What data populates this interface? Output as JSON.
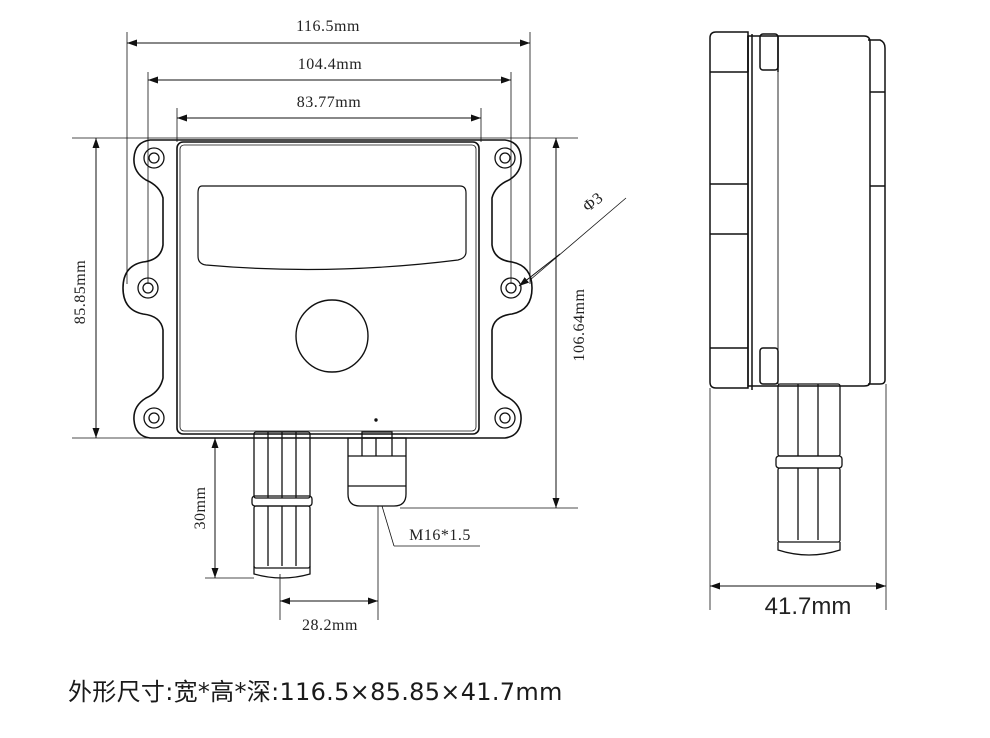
{
  "front_view": {
    "dim_total_width": "116.5mm",
    "dim_hole_spacing": "104.4mm",
    "dim_body_width": "83.77mm",
    "dim_body_height": "85.85mm",
    "dim_total_height": "106.64mm",
    "dim_hole_diameter": "Φ3",
    "dim_probe_length": "30mm",
    "dim_probe_offset": "28.2mm",
    "dim_gland_thread": "M16*1.5"
  },
  "side_view": {
    "dim_depth": "41.7mm"
  },
  "caption": "外形尺寸:宽*高*深:116.5×85.85×41.7mm"
}
